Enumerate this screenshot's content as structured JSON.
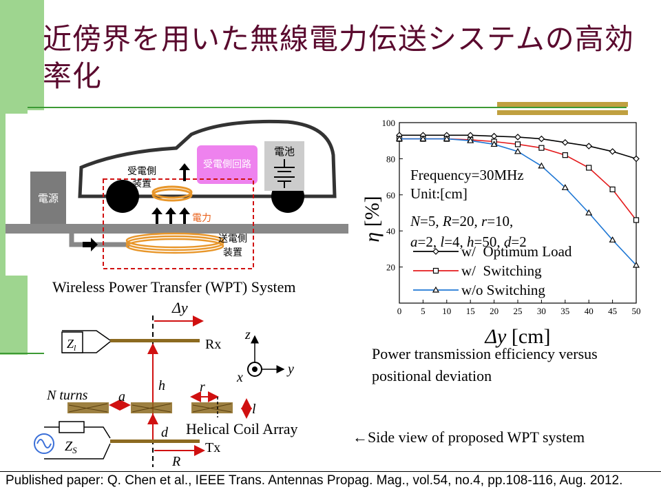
{
  "slide": {
    "title": "近傍界を用いた無線電力伝送システムの高効率化",
    "caption_wpt": "Wireless Power Transfer (WPT) System",
    "caption_efficiency_1": "Power transmission efficiency versus",
    "caption_efficiency_2": "positional deviation",
    "caption_side": "←Side view of proposed WPT system",
    "footer": "Published paper: Q. Chen et al., IEEE Trans. Antennas Propag. Mag., vol.54, no.4, pp.108-116, Aug. 2012."
  },
  "car_diagram": {
    "power_source": "電源",
    "battery": "電池",
    "receiver_circuit": "受電側回路",
    "receiver_device_1": "受電側",
    "receiver_device_2": "装置",
    "power": "電力",
    "transmitter_device_1": "送電側",
    "transmitter_device_2": "装置"
  },
  "side_view": {
    "delta_y": "Δy",
    "rx": "Rx",
    "tx": "Tx",
    "zl": "Z",
    "zl_sub": "l",
    "zs": "Z",
    "zs_sub": "S",
    "h": "h",
    "n_turns": "N turns",
    "a": "a",
    "r": "r",
    "l": "l",
    "d": "d",
    "R": "R",
    "helical": "Helical Coil Array",
    "axis_z": "z",
    "axis_y": "y",
    "axis_x": "x"
  },
  "chart_data": {
    "type": "line",
    "xlabel": "Δy [cm]",
    "ylabel": "η [%]",
    "xlim": [
      0,
      50
    ],
    "ylim": [
      0,
      100
    ],
    "xticks": [
      0,
      5,
      10,
      15,
      20,
      25,
      30,
      35,
      40,
      45,
      50
    ],
    "yticks": [
      20,
      40,
      60,
      80,
      100
    ],
    "annotations": [
      "Frequency=30MHz",
      "Unit:[cm]",
      "N=5, R=20, r=10,",
      "a=2, l=4, h=50, d=2"
    ],
    "x": [
      0,
      5,
      10,
      15,
      20,
      25,
      30,
      35,
      40,
      45,
      50
    ],
    "series": [
      {
        "name": "w/  Optimum Load",
        "color": "#000000",
        "marker": "diamond",
        "values": [
          93,
          93,
          93,
          93,
          92.5,
          92,
          91,
          89,
          87,
          84,
          80
        ]
      },
      {
        "name": "w/  Switching",
        "color": "#e41a1c",
        "marker": "square",
        "values": [
          91,
          91,
          91,
          90.5,
          89.5,
          88,
          86,
          82,
          75,
          63,
          46
        ]
      },
      {
        "name": "w/o Switching",
        "color": "#1f77d4",
        "marker": "triangle",
        "values": [
          91,
          91,
          91,
          90,
          88,
          84,
          76,
          64,
          50,
          35,
          21
        ]
      }
    ]
  }
}
